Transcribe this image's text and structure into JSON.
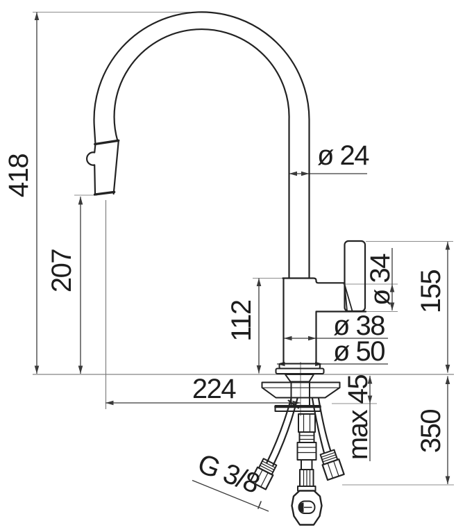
{
  "drawing": {
    "type": "faucet installation dimensional drawing",
    "labels": {
      "total_height": "418",
      "spout_outlet_height": "207",
      "body_height": "112",
      "spout_reach": "224",
      "spout_tube_diameter": "ø 24",
      "handle_diameter": "ø 34",
      "body_diameter": "ø 38",
      "base_diameter": "ø 50",
      "handle_top_height": "155",
      "max_deck_thickness": "max 45",
      "hose_length_below": "350",
      "supply_thread": "G 3/8"
    },
    "colors": {
      "outline": "#222222",
      "dimension_line": "#3a3a3a",
      "extension_line": "#8c8c8c",
      "label_text": "#1d1d1d",
      "background": "#ffffff"
    }
  }
}
